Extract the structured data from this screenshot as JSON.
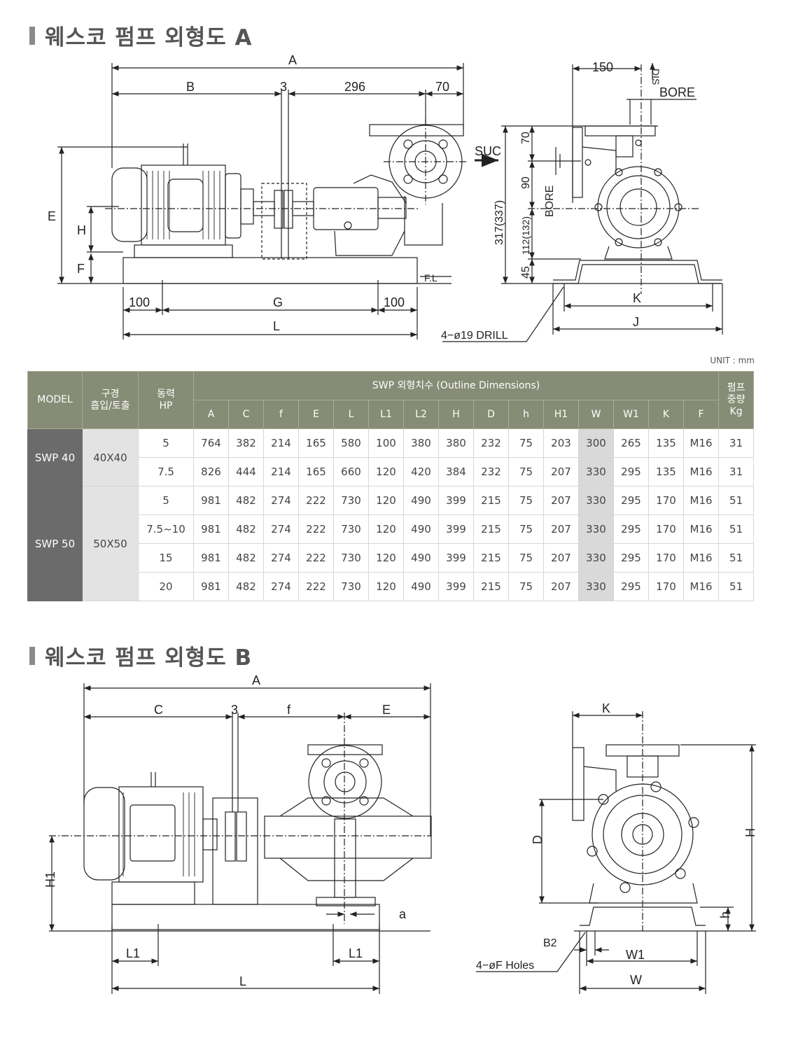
{
  "section_a": {
    "title": "웨스코 펌프 외형도 A"
  },
  "section_b": {
    "title": "웨스코 펌프 외형도 B"
  },
  "drawing_a": {
    "labels": {
      "A": "A",
      "B": "B",
      "gap": "3",
      "d296": "296",
      "d70": "70",
      "E": "E",
      "H": "H",
      "F": "F",
      "FL": "F.L",
      "d100_left": "100",
      "G": "G",
      "d100_right": "100",
      "L": "L",
      "d150": "150",
      "DIS": "DIS",
      "BORE_top": "BORE",
      "SUC": "SUC",
      "v70": "70",
      "v90": "90",
      "BORE_side": "BORE",
      "v317": "317(337)",
      "v112": "112(132)",
      "v45": "45",
      "K": "K",
      "J": "J",
      "drill": "4−ø19 DRILL"
    }
  },
  "drawing_b": {
    "labels": {
      "A": "A",
      "C": "C",
      "gap": "3",
      "f": "f",
      "E": "E",
      "H1": "H1",
      "a": "a",
      "L1_left": "L1",
      "L1_right": "L1",
      "L": "L",
      "K": "K",
      "D": "D",
      "H": "H",
      "h": "h",
      "B2": "B2",
      "W1": "W1",
      "W": "W",
      "holes": "4−øF  Holes"
    }
  },
  "table": {
    "unit": "UNIT : mm",
    "headers": {
      "model": "MODEL",
      "bore_l1": "구경",
      "bore_l2": "흡입/토출",
      "power_l1": "동력",
      "power_l2": "HP",
      "outline": "SWP 외형치수 (Outline Dimensions)",
      "weight_l1": "펌프",
      "weight_l2": "중량",
      "weight_l3": "Kg",
      "cols": [
        "A",
        "C",
        "f",
        "E",
        "L",
        "L1",
        "L2",
        "H",
        "D",
        "h",
        "H1",
        "W",
        "W1",
        "K",
        "F"
      ]
    },
    "groups": [
      {
        "model": "SWP 40",
        "bore": "40X40",
        "rows": [
          {
            "hp": "5",
            "values": [
              "764",
              "382",
              "214",
              "165",
              "580",
              "100",
              "380",
              "380",
              "232",
              "75",
              "203",
              "300",
              "265",
              "135",
              "M16"
            ],
            "kg": "31"
          },
          {
            "hp": "7.5",
            "values": [
              "826",
              "444",
              "214",
              "165",
              "660",
              "120",
              "420",
              "384",
              "232",
              "75",
              "207",
              "330",
              "295",
              "135",
              "M16"
            ],
            "kg": "31"
          }
        ]
      },
      {
        "model": "SWP 50",
        "bore": "50X50",
        "rows": [
          {
            "hp": "5",
            "values": [
              "981",
              "482",
              "274",
              "222",
              "730",
              "120",
              "490",
              "399",
              "215",
              "75",
              "207",
              "330",
              "295",
              "170",
              "M16"
            ],
            "kg": "51"
          },
          {
            "hp": "7.5~10",
            "values": [
              "981",
              "482",
              "274",
              "222",
              "730",
              "120",
              "490",
              "399",
              "215",
              "75",
              "207",
              "330",
              "295",
              "170",
              "M16"
            ],
            "kg": "51"
          },
          {
            "hp": "15",
            "values": [
              "981",
              "482",
              "274",
              "222",
              "730",
              "120",
              "490",
              "399",
              "215",
              "75",
              "207",
              "330",
              "295",
              "170",
              "M16"
            ],
            "kg": "51"
          },
          {
            "hp": "20",
            "values": [
              "981",
              "482",
              "274",
              "222",
              "730",
              "120",
              "490",
              "399",
              "215",
              "75",
              "207",
              "330",
              "295",
              "170",
              "M16"
            ],
            "kg": "51"
          }
        ]
      }
    ]
  }
}
